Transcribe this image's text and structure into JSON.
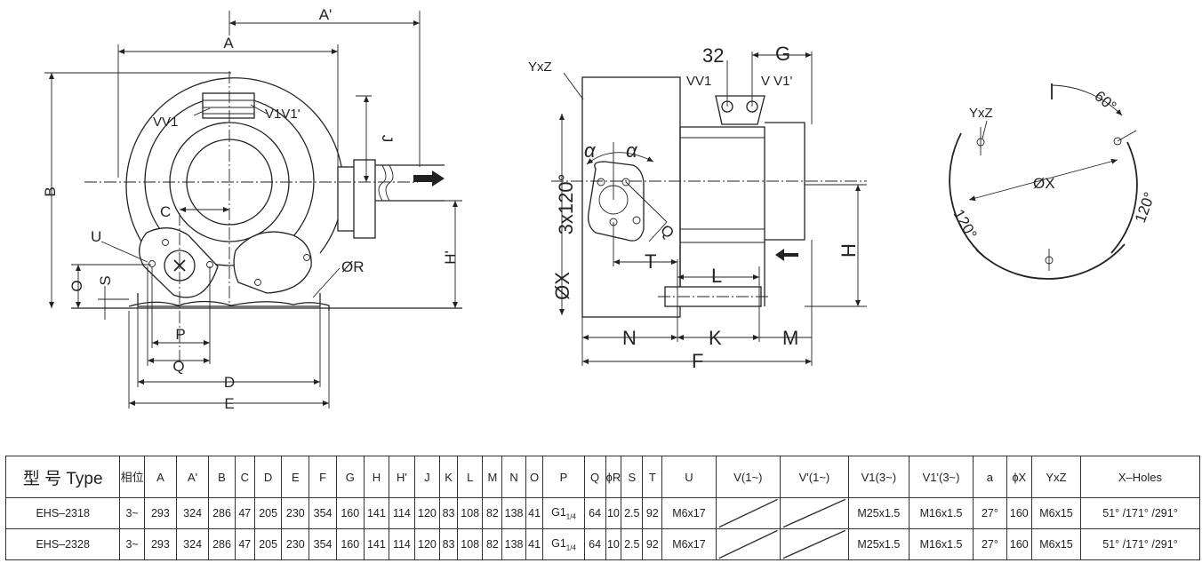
{
  "drawing_labels": {
    "front": {
      "A": "A",
      "A_prime": "A'",
      "B": "B",
      "C": "C",
      "D": "D",
      "E": "E",
      "J": "J",
      "H_prime": "H'",
      "O": "O",
      "S": "S",
      "P": "P",
      "Q": "Q",
      "U": "U",
      "phiR": "ØR",
      "VV1": "VV1",
      "V1V1prime": "V1V1'"
    },
    "side": {
      "YxZ": "YxZ",
      "n32": "32",
      "G": "G",
      "VV1": "VV1",
      "VV1prime": "V V1'",
      "alpha1": "α",
      "alpha2": "α",
      "ang3x120": "3x120°",
      "phiX": "ØX",
      "Q": "Q",
      "T": "T",
      "L": "L",
      "H": "H",
      "N": "N",
      "K": "K",
      "M": "M",
      "F": "F"
    },
    "holes": {
      "YxZ": "YxZ",
      "a60": "60°",
      "phiX": "ØX",
      "a120left": "120°",
      "a120right": "120°"
    }
  },
  "table": {
    "headers": [
      "型 号 Type",
      "相位",
      "A",
      "A'",
      "B",
      "C",
      "D",
      "E",
      "F",
      "G",
      "H",
      "H'",
      "J",
      "K",
      "L",
      "M",
      "N",
      "O",
      "P",
      "Q",
      "ɸR",
      "S",
      "T",
      "U",
      "V(1~)",
      "V'(1~)",
      "V1(3~)",
      "V1'(3~)",
      "a",
      "ɸX",
      "YxZ",
      "X–Holes"
    ],
    "rows": [
      [
        "EHS–2318",
        "3~",
        "293",
        "324",
        "286",
        "47",
        "205",
        "230",
        "354",
        "160",
        "141",
        "114",
        "120",
        "83",
        "108",
        "82",
        "138",
        "41",
        "G1",
        "64",
        "10",
        "2.5",
        "92",
        "M6x17",
        "",
        "",
        "M25x1.5",
        "M16x1.5",
        "27°",
        "160",
        "M6x15",
        "51° /171° /291°"
      ],
      [
        "EHS–2328",
        "3~",
        "293",
        "324",
        "286",
        "47",
        "205",
        "230",
        "354",
        "160",
        "141",
        "114",
        "120",
        "83",
        "108",
        "82",
        "138",
        "41",
        "G1",
        "64",
        "10",
        "2.5",
        "92",
        "M6x17",
        "",
        "",
        "M25x1.5",
        "M16x1.5",
        "27°",
        "160",
        "M6x15",
        "51° /171° /291°"
      ]
    ],
    "p_subscript": "1/4"
  }
}
